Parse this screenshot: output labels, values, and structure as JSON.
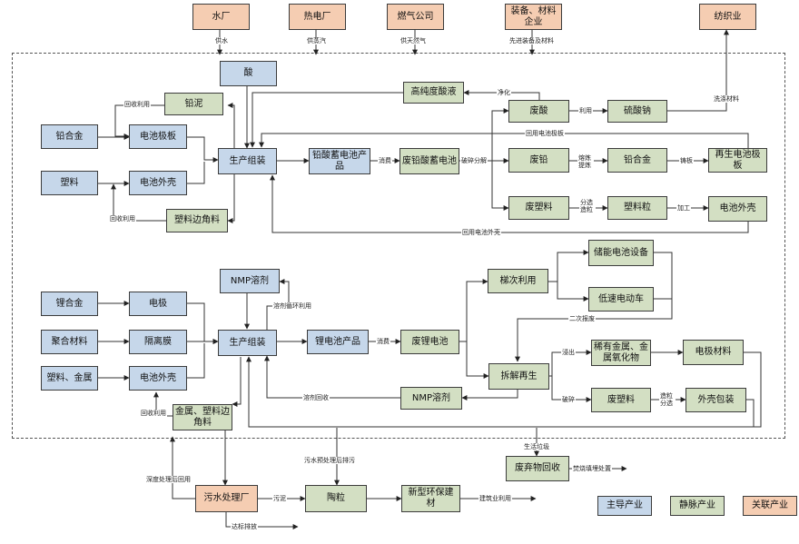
{
  "colors": {
    "main": "#c6d7ea",
    "vein": "#d3dfc3",
    "related": "#f5cdb2"
  },
  "top": {
    "water": "水厂",
    "heat": "热电厂",
    "gas": "燃气公司",
    "equip": "装备、材料企业",
    "textile": "纺织业"
  },
  "top_labels": {
    "water": "供水",
    "steam": "供蒸汽",
    "gas": "供天然气",
    "equip": "先进装备及材料"
  },
  "lead": {
    "acid": "酸",
    "lead_mud": "铅泥",
    "lead_alloy": "铅合金",
    "plate": "电池极板",
    "plastic": "塑料",
    "shell": "电池外壳",
    "assembly": "生产组装",
    "scrap": "塑料边角料",
    "product": "铅酸蓄电池产品",
    "waste_battery": "废铅酸蓄电池",
    "pure_acid": "高纯度酸液",
    "waste_acid": "废酸",
    "waste_lead": "废铅",
    "waste_plastic": "废塑料",
    "sodium_sulfate": "硫酸钠",
    "lead_alloy2": "铅合金",
    "pellets": "塑料粒",
    "regen_plate": "再生电池极板",
    "shell2": "电池外壳"
  },
  "lead_labels": {
    "recycle_use": "回收利用",
    "recycle_use2": "回收利用",
    "purify": "净化",
    "consume": "消费",
    "disassemble": "破碎分解",
    "utilize": "利用",
    "smelt": "熔炼提炼",
    "cast": "铸板",
    "sort": "分选造粒",
    "process": "加工",
    "plate_back": "回用电池极板",
    "shell_back": "回用电池外壳",
    "detergent": "洗涤材料"
  },
  "lith": {
    "nmp": "NMP溶剂",
    "li_alloy": "锂合金",
    "electrode": "电极",
    "polymer": "聚合材料",
    "separator": "隔离膜",
    "plastic_metal": "塑料、金属",
    "shell": "电池外壳",
    "assembly": "生产组装",
    "scrap": "金属、塑料边角料",
    "product": "锂电池产品",
    "waste": "废锂电池",
    "cascade": "梯次利用",
    "storage": "储能电池设备",
    "low_speed": "低速电动车",
    "dismantle": "拆解再生",
    "rare_metal": "稀有金属、金属氧化物",
    "electrode_mat": "电极材料",
    "waste_plastic": "废塑料",
    "casing": "外壳包装",
    "nmp2": "NMP溶剂"
  },
  "lith_labels": {
    "solvent_cycle": "溶剂循环利用",
    "consume": "消费",
    "second_scrap": "二次报废",
    "leach": "浸出",
    "crush": "破碎",
    "sort": "造粒分选",
    "solvent_back": "溶剂回收",
    "recycle_use": "回收利用"
  },
  "bottom": {
    "sewage_plant": "污水处理厂",
    "ceramsite": "陶粒",
    "eco_material": "新型环保建材",
    "waste_recycle": "废弃物回收"
  },
  "bottom_labels": {
    "pretreated": "污水预处理后排污",
    "deep_treated": "深度处理后回用",
    "sludge": "污泥",
    "discharge": "达标排放",
    "construction": "建筑业利用",
    "domestic": "生活垃圾",
    "incinerate": "焚烧填埋处置"
  },
  "legend": {
    "main": "主导产业",
    "vein": "静脉产业",
    "related": "关联产业"
  }
}
